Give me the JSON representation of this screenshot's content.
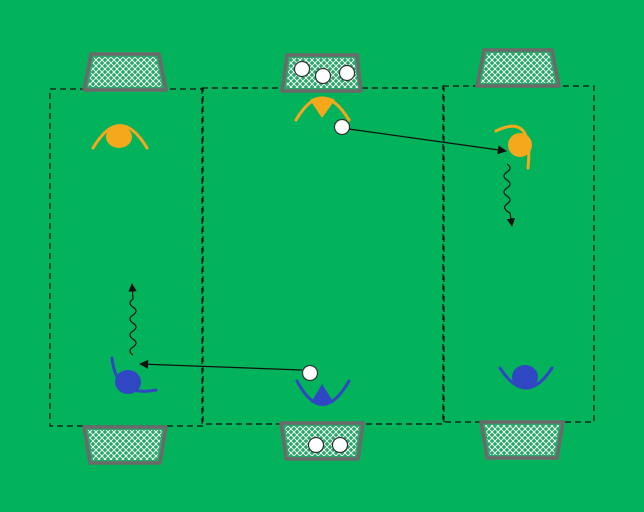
{
  "colors": {
    "pitch": "#03b35b",
    "team_orange": "#f5a81c",
    "team_blue": "#3047c4",
    "ball": "#ffffff",
    "goal_frame": "#6a6a6a",
    "net": "#ffffff",
    "lines": "#111111"
  },
  "zones": [
    "left-zone",
    "center-zone",
    "right-zone"
  ],
  "goals": [
    {
      "id": "top-left",
      "balls": 0
    },
    {
      "id": "top-center",
      "balls": 3
    },
    {
      "id": "top-right",
      "balls": 0
    },
    {
      "id": "bottom-left",
      "balls": 0
    },
    {
      "id": "bottom-center",
      "balls": 2
    },
    {
      "id": "bottom-right",
      "balls": 0
    }
  ],
  "players": [
    {
      "id": "orange-left",
      "team": "orange",
      "facing": "down"
    },
    {
      "id": "orange-center-keeper",
      "team": "orange",
      "facing": "down"
    },
    {
      "id": "orange-right",
      "team": "orange",
      "facing": "down-left"
    },
    {
      "id": "blue-left",
      "team": "blue",
      "facing": "up-right"
    },
    {
      "id": "blue-center-keeper",
      "team": "blue",
      "facing": "up"
    },
    {
      "id": "blue-right",
      "team": "blue",
      "facing": "up"
    }
  ],
  "moves": [
    {
      "type": "pass",
      "from": "orange-center-keeper",
      "to": "orange-right"
    },
    {
      "type": "dribble",
      "player": "orange-right",
      "direction": "down"
    },
    {
      "type": "pass",
      "from": "blue-center-keeper",
      "to": "blue-left"
    },
    {
      "type": "dribble",
      "player": "blue-left",
      "direction": "up"
    }
  ]
}
